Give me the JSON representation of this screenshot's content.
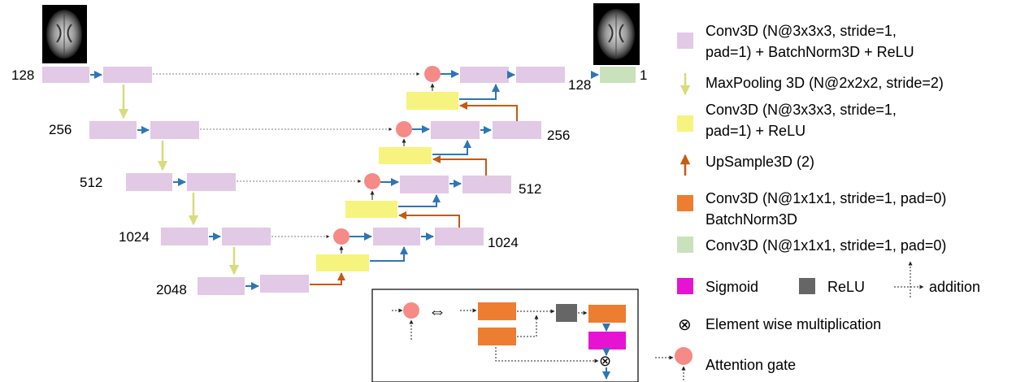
{
  "channels": {
    "enc128": "128",
    "enc256": "256",
    "enc512": "512",
    "enc1024": "1024",
    "enc2048": "2048",
    "dec128": "128",
    "dec256": "256",
    "dec512": "512",
    "dec1024": "1024",
    "out": "1"
  },
  "legend": {
    "conv_bn_relu_1": "Conv3D (N@3x3x3, stride=1,",
    "conv_bn_relu_2": "pad=1) +  BatchNorm3D + ReLU",
    "maxpool": "MaxPooling 3D (N@2x2x2, stride=2)",
    "conv_relu_1": "Conv3D (N@3x3x3, stride=1,",
    "conv_relu_2": "pad=1) + ReLU",
    "upsample": "UpSample3D (2)",
    "conv1_bn_1": "Conv3D (N@1x1x1, stride=1, pad=0)",
    "conv1_bn_2": "BatchNorm3D",
    "conv1": "Conv3D (N@1x1x1, stride=1, pad=0)",
    "sigmoid": "Sigmoid",
    "relu": "ReLU",
    "addition": "addition",
    "multiplication": "Element wise multiplication",
    "attention": "Attention gate"
  },
  "inset": {
    "equivalence": "⇔",
    "multiply_symbol": "⊗"
  },
  "colors": {
    "lilac": "#e2c9e6",
    "yellow": "#f6f47e",
    "green": "#c9e2bb",
    "orange": "#ed7d31",
    "magenta": "#e614d2",
    "gray": "#666666",
    "pink": "#f58a86",
    "blue_arrow": "#2e75b6",
    "olive_arrow": "#d7dc7c",
    "upsample_arrow": "#c55a11"
  },
  "icons": {
    "input_image": "brain-mri-icon",
    "output_image": "brain-mri-icon"
  }
}
